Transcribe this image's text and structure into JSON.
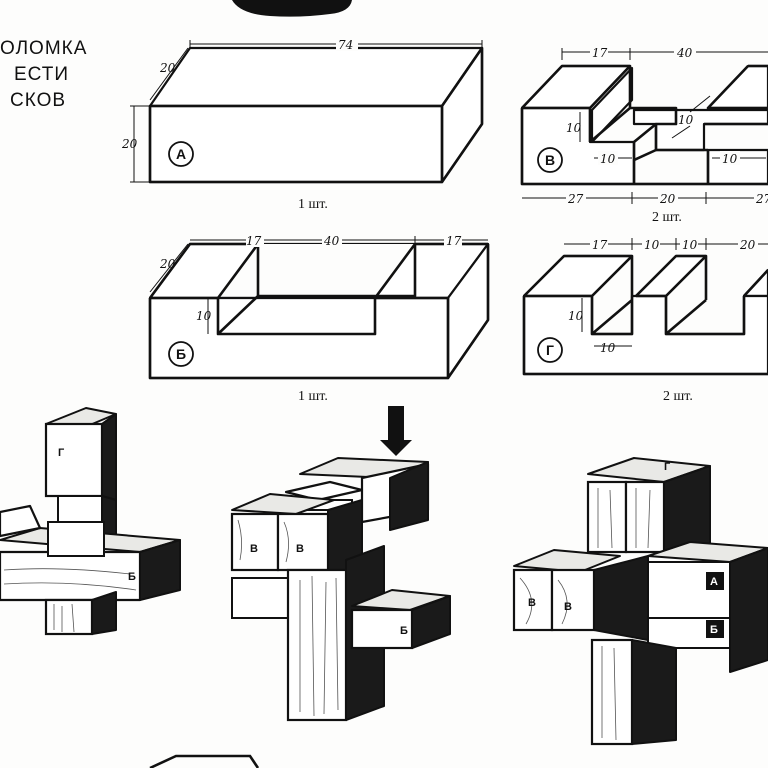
{
  "title": {
    "line1": "ОЛОМКА",
    "line2": "ЕСТИ",
    "line3": "СКОВ"
  },
  "parts": {
    "A": {
      "label": "А",
      "dims": {
        "length": "74",
        "depth": "20",
        "height": "20"
      },
      "qty": "1 шт."
    },
    "V": {
      "label": "В",
      "dims": {
        "top_left": "17",
        "top_mid": "40",
        "height": "10",
        "notch": "10",
        "inner_left": "10",
        "inner_right": "10",
        "bottom_left": "27",
        "bottom_mid": "20",
        "bottom_right": "27"
      },
      "qty": "2 шт."
    },
    "B": {
      "label": "Б",
      "dims": {
        "depth": "20",
        "left": "17",
        "mid": "40",
        "right": "17",
        "height": "10"
      },
      "qty": "1 шт."
    },
    "G": {
      "label": "Г",
      "dims": {
        "left": "17",
        "n1": "10",
        "n2": "10",
        "right": "20",
        "height": "10",
        "bottom": "10"
      },
      "qty": "2 шт."
    }
  },
  "assembly": {
    "step1": {
      "g": "Г",
      "b": "Б"
    },
    "step2": {
      "v1": "В",
      "v2": "В",
      "b": "Б"
    },
    "step3": {
      "g": "Г",
      "v1": "В",
      "v2": "В",
      "a": "А",
      "b": "Б"
    }
  }
}
